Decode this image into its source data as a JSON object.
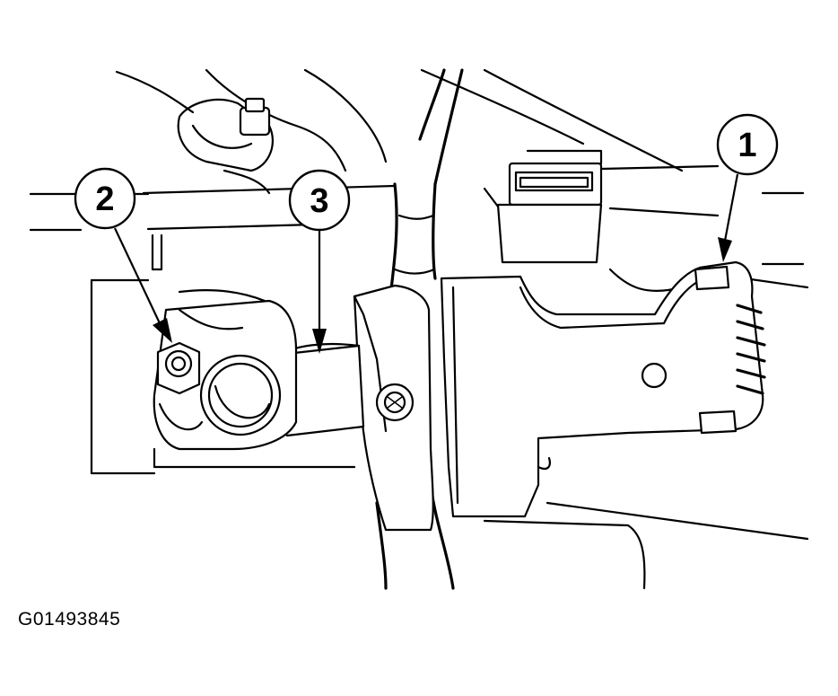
{
  "figure_id": "G01493845",
  "callouts": [
    {
      "number": "1"
    },
    {
      "number": "2"
    },
    {
      "number": "3"
    }
  ]
}
